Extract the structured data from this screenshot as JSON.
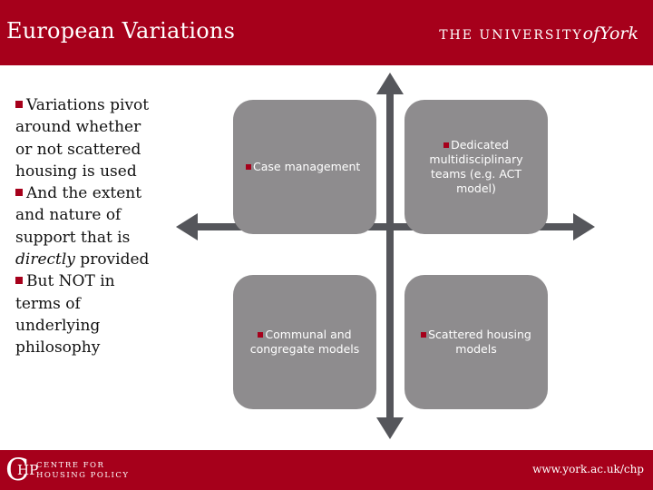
{
  "header": {
    "title": "European Variations",
    "logo_prefix": "The University",
    "logo_of": "of",
    "logo_york": "York"
  },
  "bullets": [
    {
      "text": "Variations pivot around whether or not scattered housing is used"
    },
    {
      "pre": "And the extent and nature of support that is ",
      "em": "directly",
      "post": " provided"
    },
    {
      "text": "But NOT in terms of underlying philosophy"
    }
  ],
  "quadrants": {
    "top_left": "Case management",
    "top_right": "Dedicated multidisciplinary teams (e.g. ACT model)",
    "bottom_left": "Communal and congregate models",
    "bottom_right": "Scattered housing models"
  },
  "footer": {
    "logo_letters": "CHP",
    "logo_line1": "Centre for",
    "logo_line2": "Housing Policy",
    "url": "www.york.ac.uk/chp"
  },
  "colors": {
    "brand_red": "#a6001b",
    "box_grey": "#8e8c8e",
    "axis_grey": "#55565b"
  }
}
